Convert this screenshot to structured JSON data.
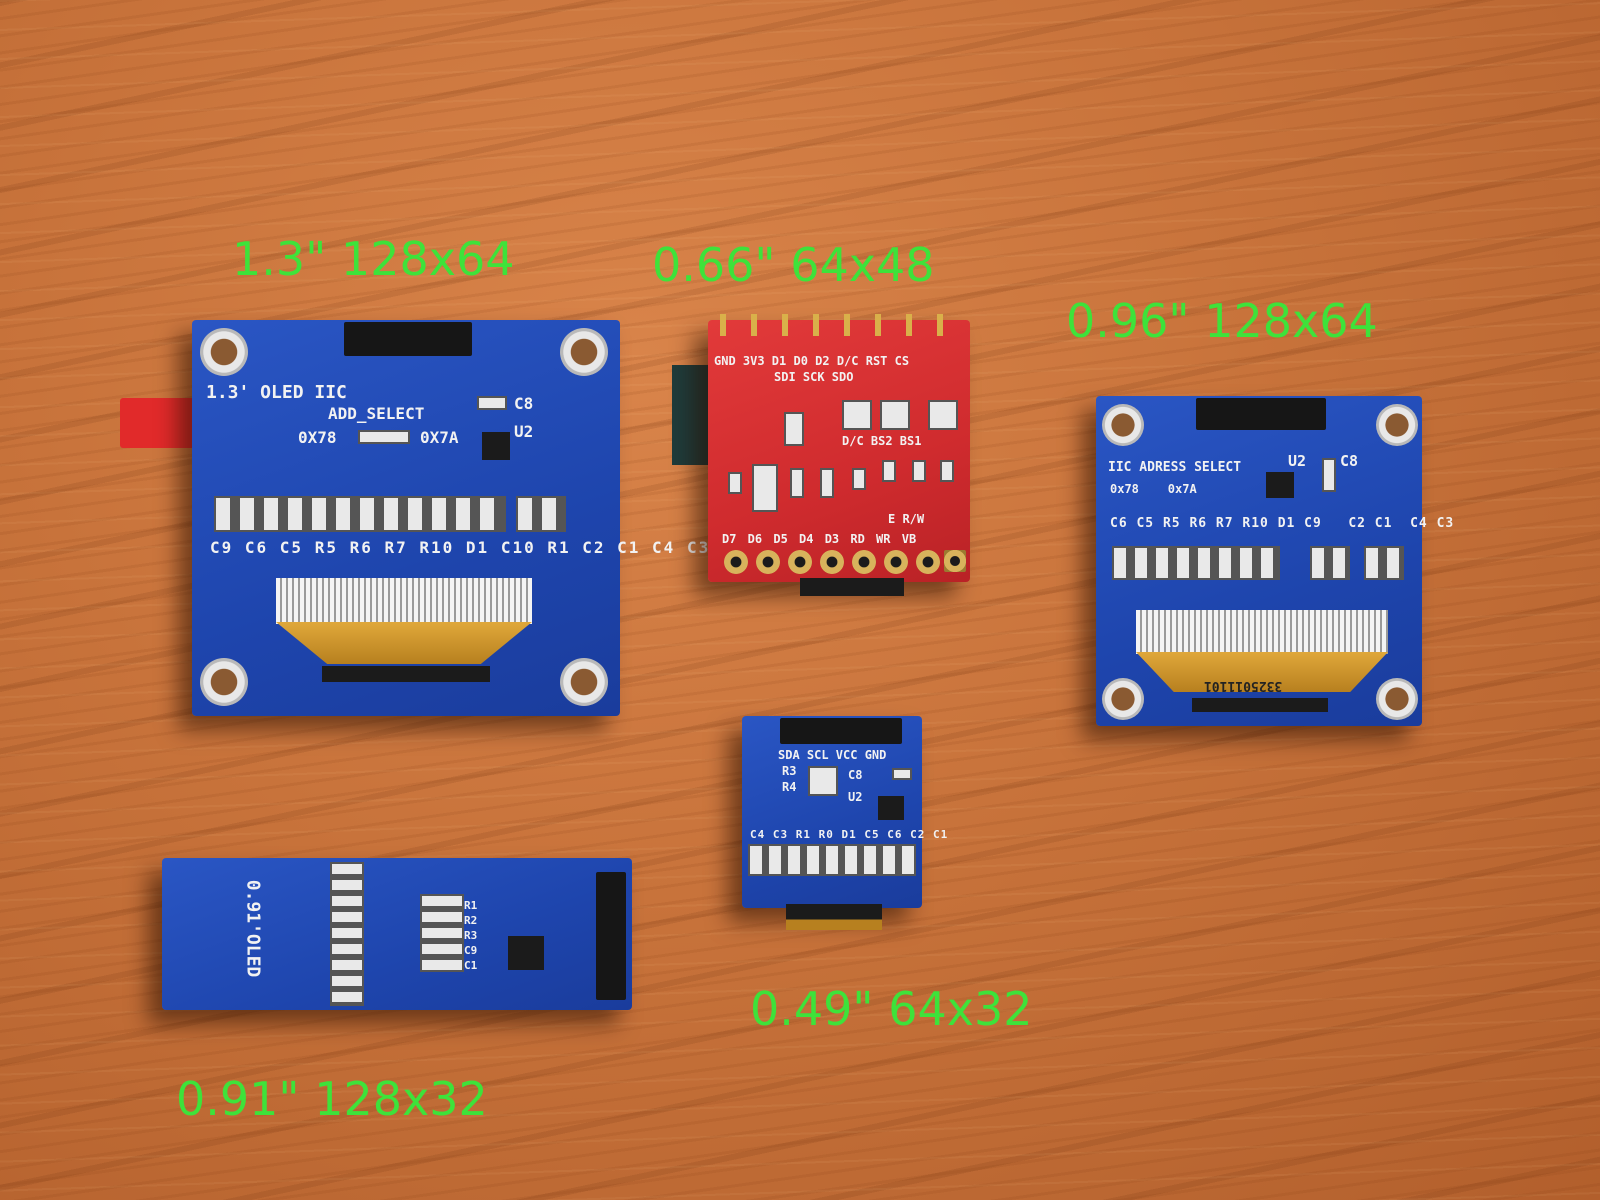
{
  "labels": {
    "display_1_3": "1.3\" 128x64",
    "display_0_66": "0.66\" 64x48",
    "display_0_96": "0.96\" 128x64",
    "display_0_91": "0.91\" 128x32",
    "display_0_49": "0.49\" 64x32"
  },
  "board_1_3": {
    "title": "1.3' OLED IIC",
    "add_select": "ADD_SELECT",
    "addr_a": "0X78",
    "addr_b": "0X7A",
    "c8": "C8",
    "u2": "U2",
    "components": "C9 C6 C5 R5 R6 R7 R10 D1 C10 R1 C2 C1 C4 C3"
  },
  "board_0_66": {
    "pins_top": "GND 3V3 D1 D0 D2 D/C RST CS",
    "pins_top2": "SDI SCK SDO",
    "bs": "D/C   BS2   BS1",
    "pins_bottom": "D7 D6 D5 D4 D3 RD WR VB",
    "rw": "E  R/W"
  },
  "board_0_96": {
    "iic": "IIC ADRESS SELECT",
    "u2": "U2",
    "c8": "C8",
    "addr": "0x78    0x7A",
    "components": "C6 C5 R5 R6 R7 R10 D1 C9   C2 C1  C4 C3",
    "fpc_code": "3325011101"
  },
  "board_0_91": {
    "title": "0.91'OLED",
    "resistors": "R1 R2 R3 C9 C1"
  },
  "board_0_49": {
    "pins": "SDA SCL VCC GND",
    "r3": "R3",
    "r4": "R4",
    "c8": "C8",
    "u2": "U2",
    "components": "C4 C3 R1 R0 D1 C5 C6 C2 C1"
  },
  "colors": {
    "label_green": "#3ee23a",
    "pcb_blue": "#1e45ad",
    "pcb_red": "#cf2b2e"
  }
}
